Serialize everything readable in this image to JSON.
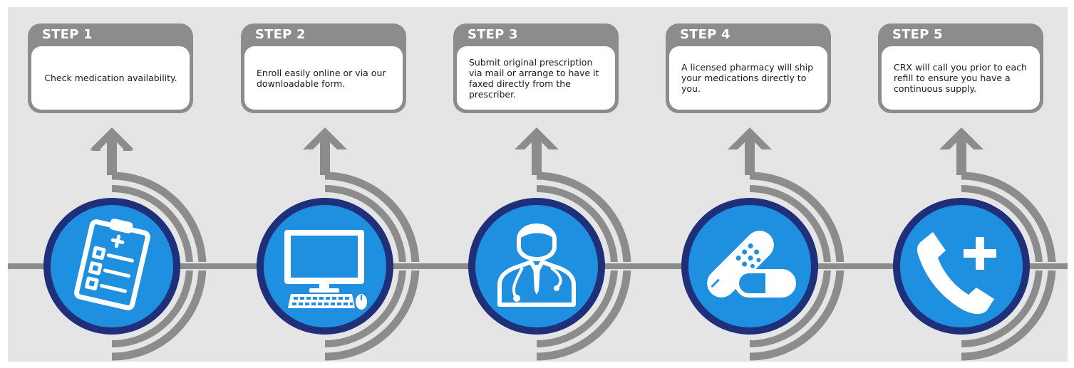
{
  "colors": {
    "background": "#e5e5e5",
    "ring_gray": "#8c8c8c",
    "disc_outer": "#1f2f7a",
    "disc_inner": "#1f8fe0",
    "icon": "#ffffff"
  },
  "steps": [
    {
      "title": "STEP 1",
      "text": "Check medication availability.",
      "icon": "clipboard-icon"
    },
    {
      "title": "STEP 2",
      "text": "Enroll easily online or via our downloadable form.",
      "icon": "computer-icon"
    },
    {
      "title": "STEP 3",
      "text": "Submit original prescription via mail or arrange to have it faxed directly from the prescriber.",
      "icon": "doctor-icon"
    },
    {
      "title": "STEP 4",
      "text": "A licensed pharmacy will ship your medications directly to you.",
      "icon": "pills-icon"
    },
    {
      "title": "STEP 5",
      "text": "CRX will call you prior to each refill to ensure you have a continuous supply.",
      "icon": "phone-plus-icon"
    }
  ]
}
